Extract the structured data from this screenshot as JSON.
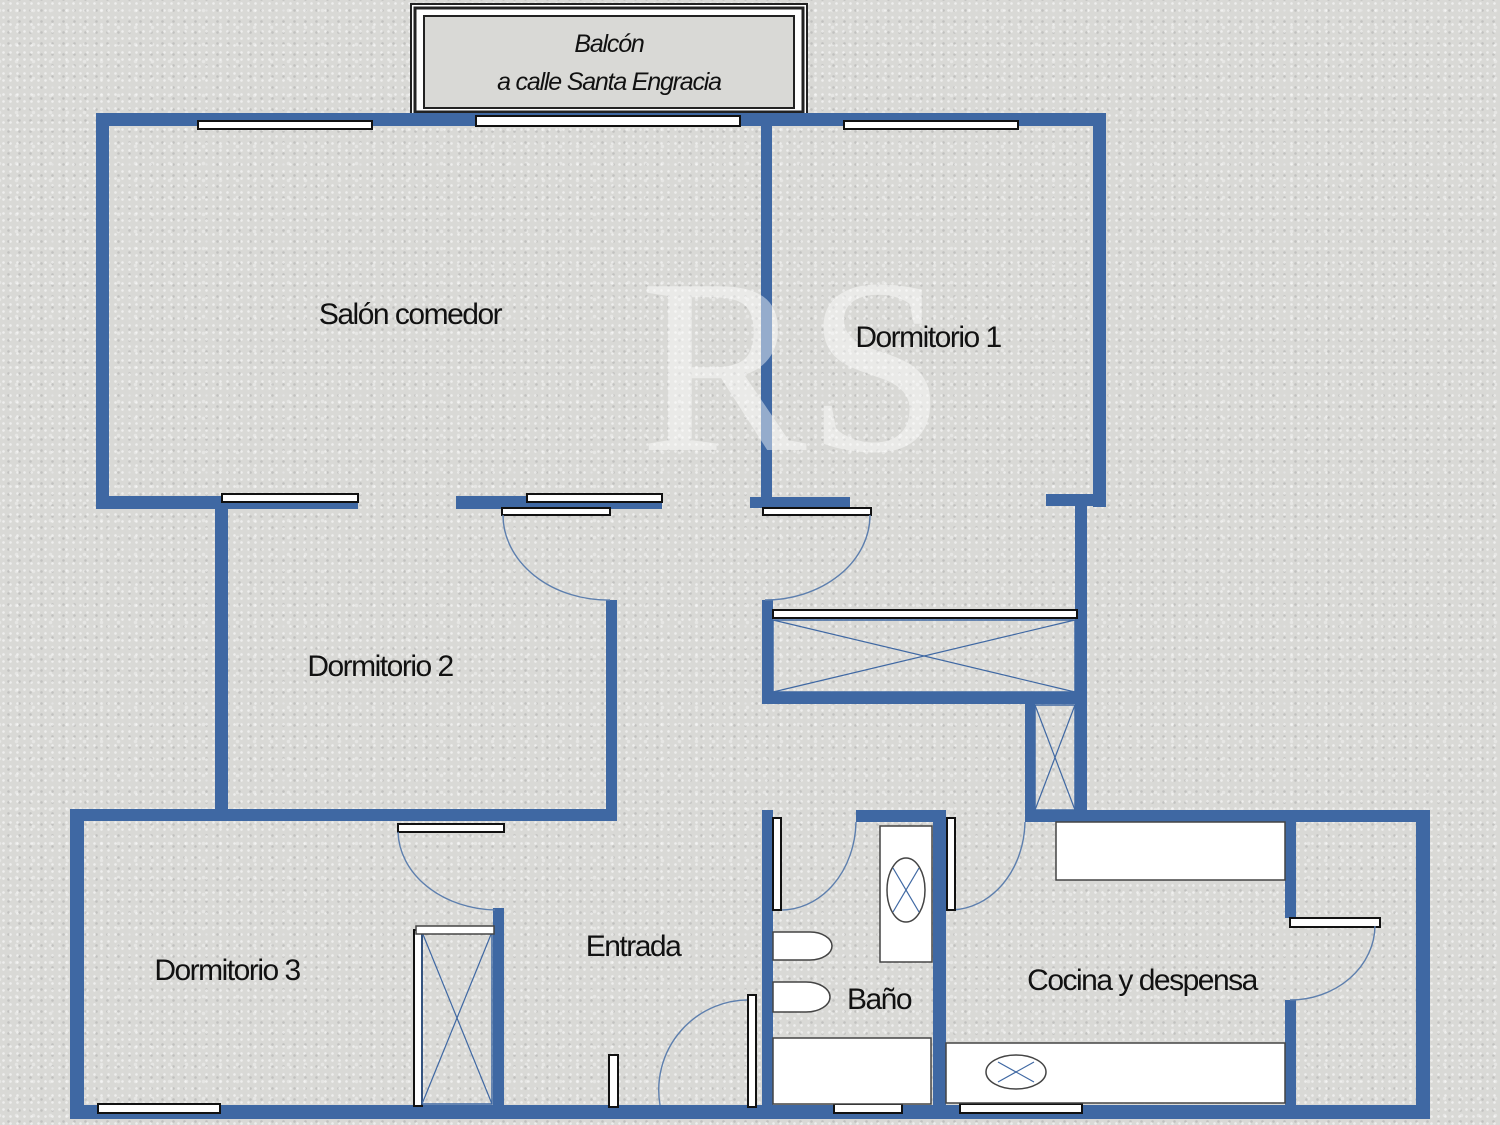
{
  "plan": {
    "balcony": {
      "line1": "Balcón",
      "line2": "a calle Santa Engracia"
    },
    "rooms": {
      "salon": "Salón comedor",
      "dormitorio1": "Dormitorio 1",
      "dormitorio2": "Dormitorio 2",
      "dormitorio3": "Dormitorio 3",
      "entrada": "Entrada",
      "bano": "Baño",
      "cocina": "Cocina y despensa"
    },
    "colors": {
      "wall": "#3f68a3",
      "background": "#d9d9d6",
      "window": "#ffffff"
    },
    "watermark": "RS"
  }
}
